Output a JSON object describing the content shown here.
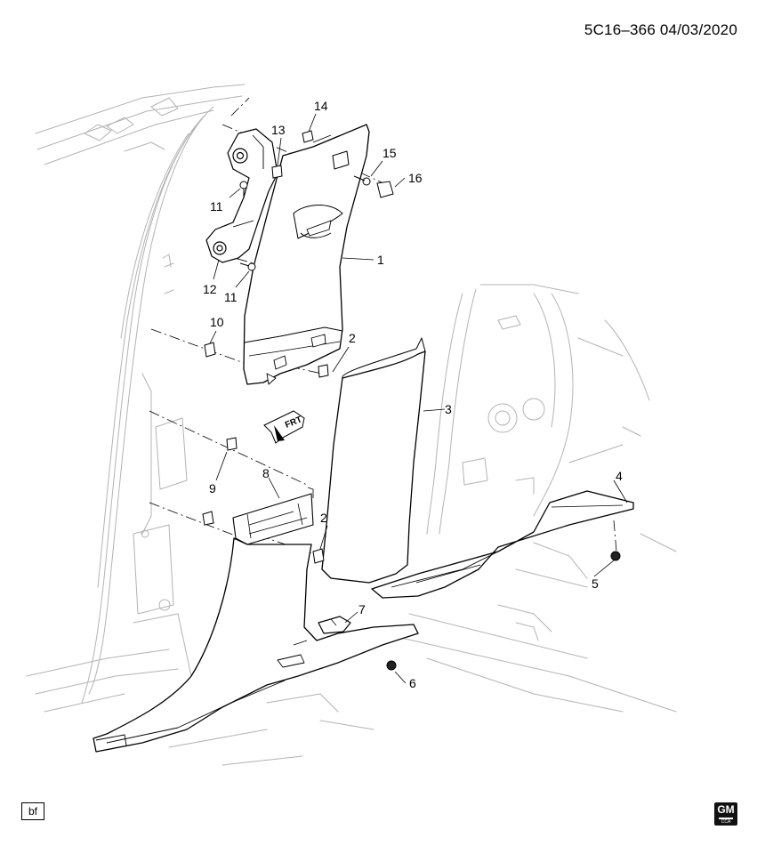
{
  "header": {
    "code": "5C16–366  04/03/2020"
  },
  "callouts": {
    "c1": "1",
    "c2a": "2",
    "c2b": "2",
    "c3": "3",
    "c4": "4",
    "c5": "5",
    "c6": "6",
    "c7": "7",
    "c8": "8",
    "c9": "9",
    "c10": "10",
    "c11a": "11",
    "c11b": "11",
    "c12": "12",
    "c13": "13",
    "c14": "14",
    "c15": "15",
    "c16": "16"
  },
  "direction_marker": {
    "label": "FRT",
    "icon": "front-arrow-icon"
  },
  "footer": {
    "box_label": "bf",
    "logo": {
      "icon": "gm-logo-icon",
      "letters": "GM",
      "sub": "CCA"
    }
  }
}
